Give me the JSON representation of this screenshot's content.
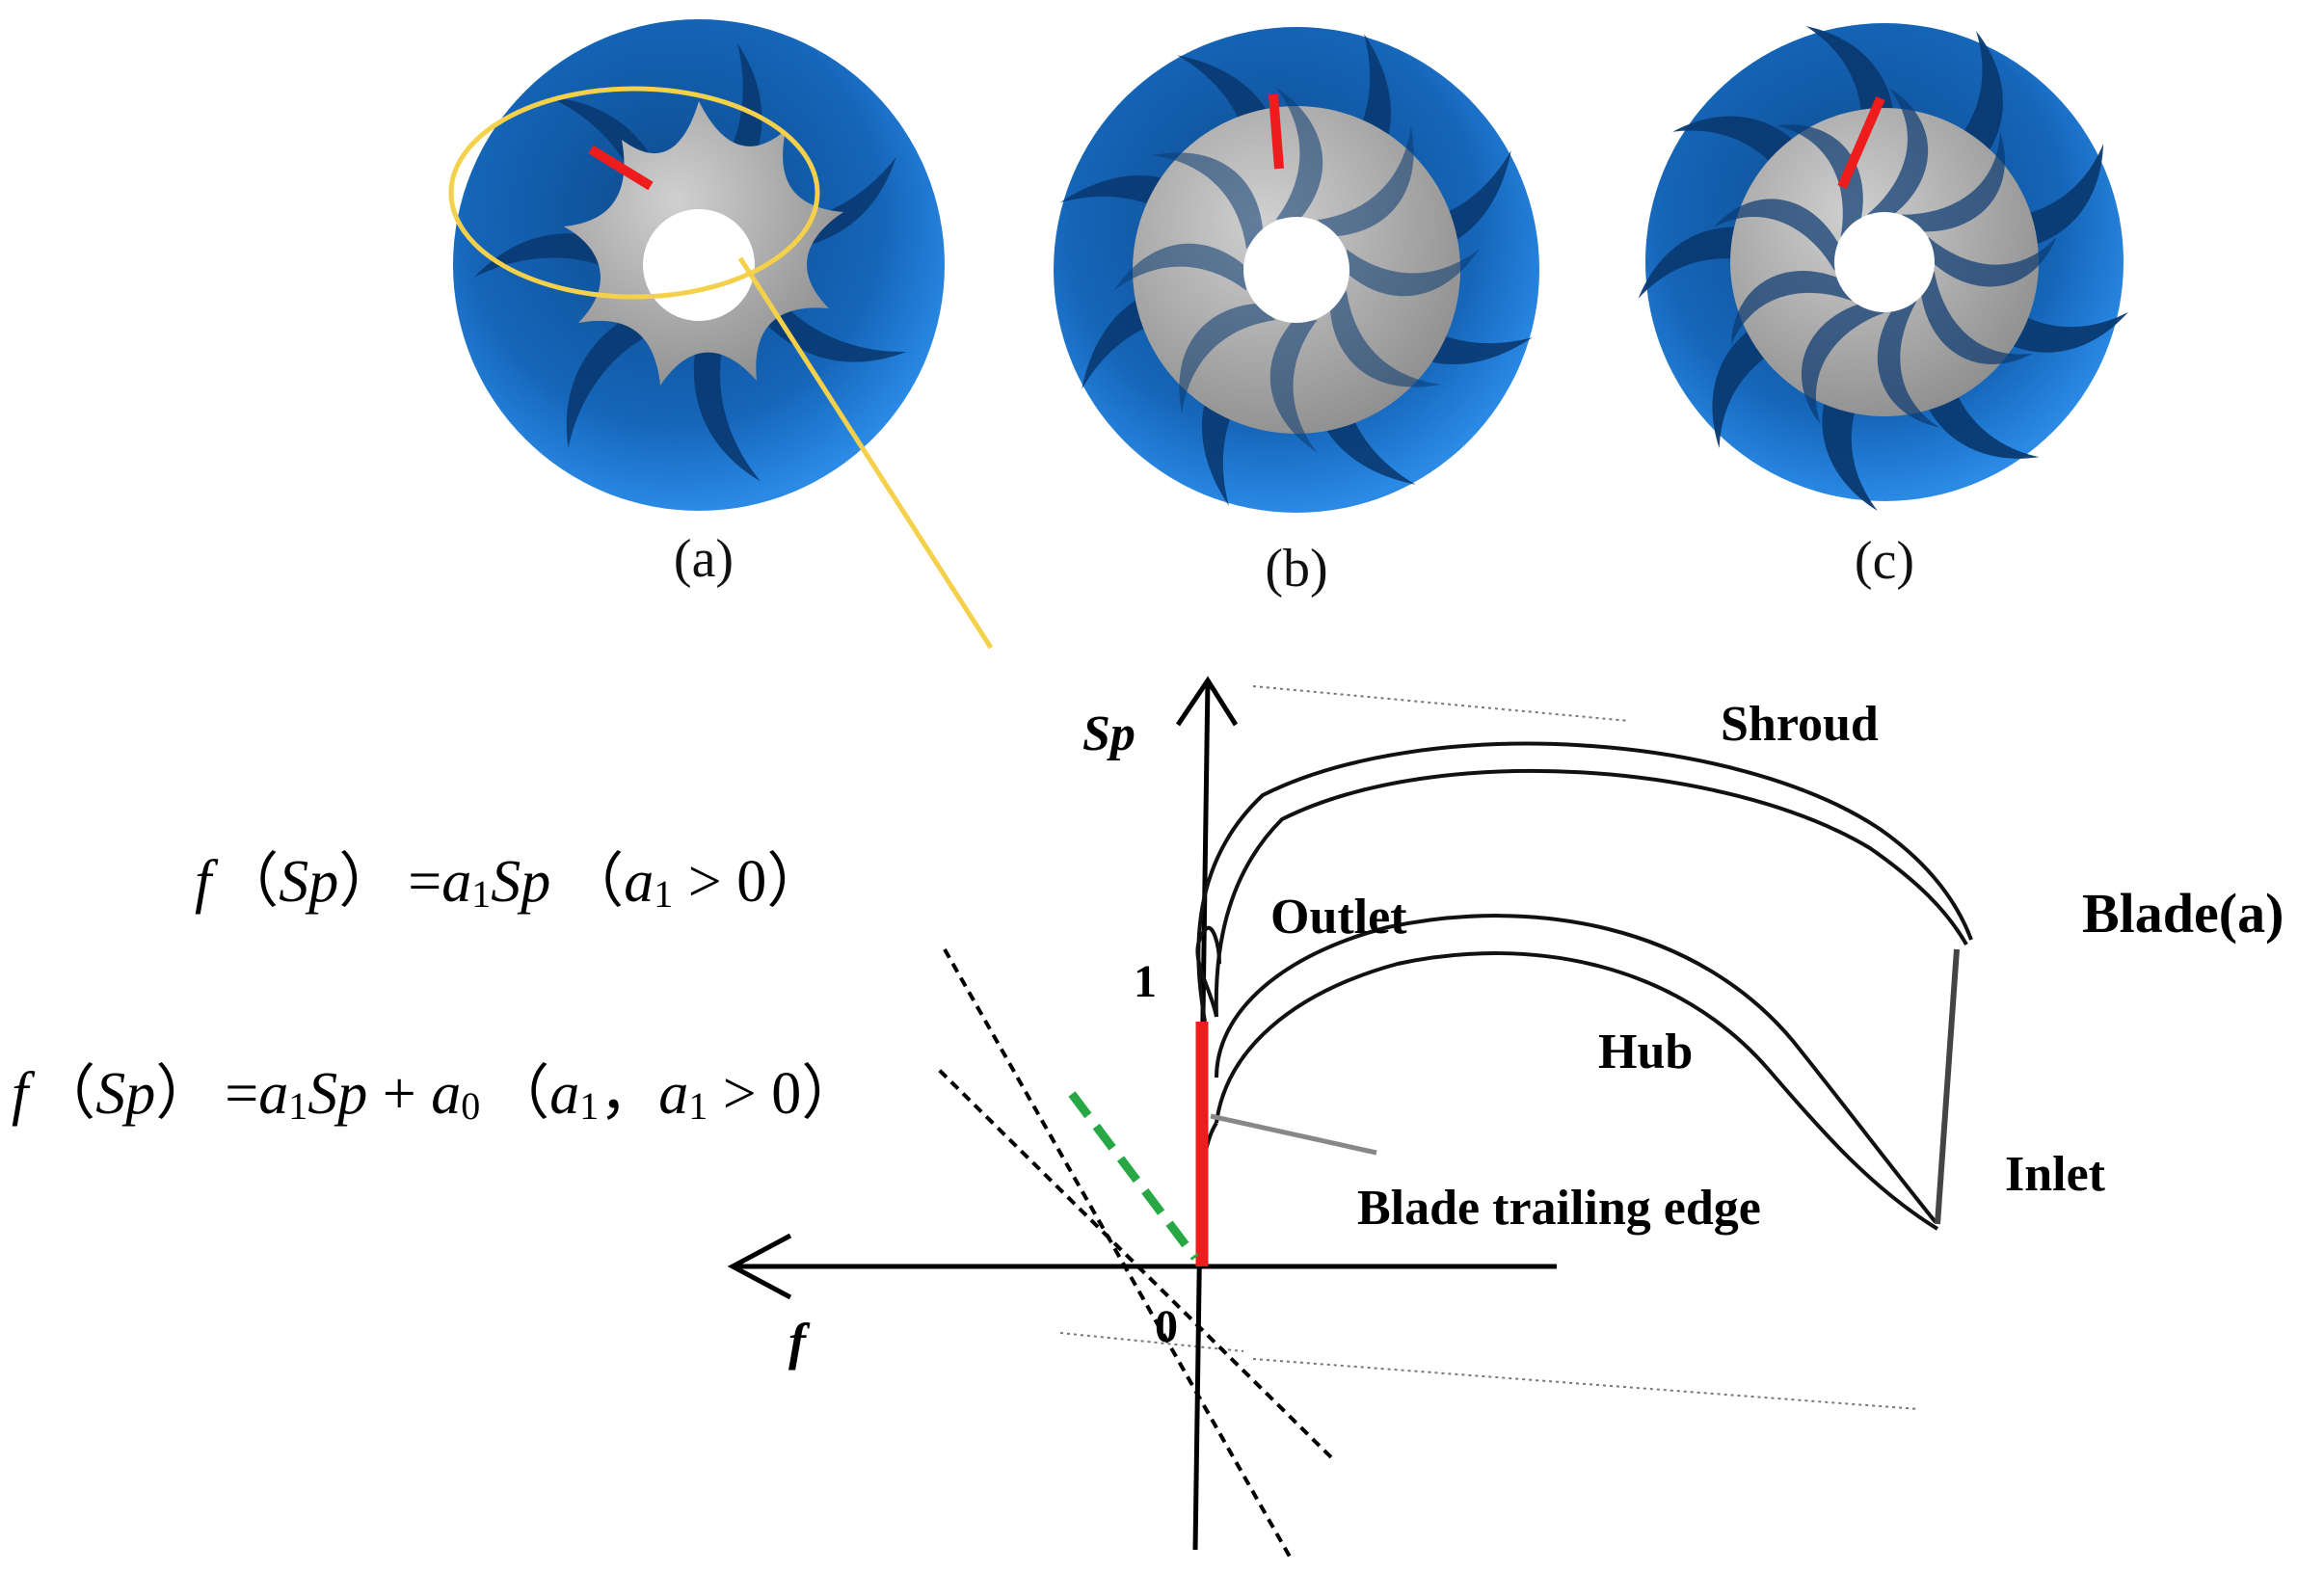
{
  "impellers": [
    {
      "caption": "(a)"
    },
    {
      "caption": "(b)"
    },
    {
      "caption": "(c)"
    }
  ],
  "equations": {
    "line1": {
      "prefix": "f",
      "open": "（",
      "var": "Sp",
      "close": "）",
      "eq": "=",
      "a1": "a",
      "sub1": "1",
      "rhs": "Sp",
      "cond_open": "（",
      "cond_a": "a",
      "cond_sub": "1",
      "cond_rest": " > 0）"
    },
    "line2": {
      "prefix": "f",
      "open": "（",
      "var": "Sp",
      "close": "）",
      "eq": "=",
      "a1": "a",
      "sub1": "1",
      "rhs": "Sp",
      "plus": " + ",
      "a0": "a",
      "sub0": "0",
      "cond_open": "（",
      "cond_a": "a",
      "cond_sub": "1",
      "cond_comma": "，",
      "cond_b": "a",
      "cond_sub2": "1",
      "cond_rest": " > 0）"
    }
  },
  "axes": {
    "y_label": "Sp",
    "x_label": "f",
    "origin_label": "0",
    "tick_label": "1"
  },
  "blade_labels": {
    "shroud": "Shroud",
    "outlet": "Outlet",
    "hub": "Hub",
    "inlet": "Inlet",
    "trailing_edge": "Blade trailing edge",
    "blade_name": "Blade(a)"
  },
  "colors": {
    "impeller_blue": "#1e7fd6",
    "impeller_dark": "#0b3f7a",
    "hub_gray": "#a8a8a8",
    "highlight_red": "#ee1c1c",
    "callout_yellow": "#f5d04a",
    "dash_green": "#27a844"
  }
}
